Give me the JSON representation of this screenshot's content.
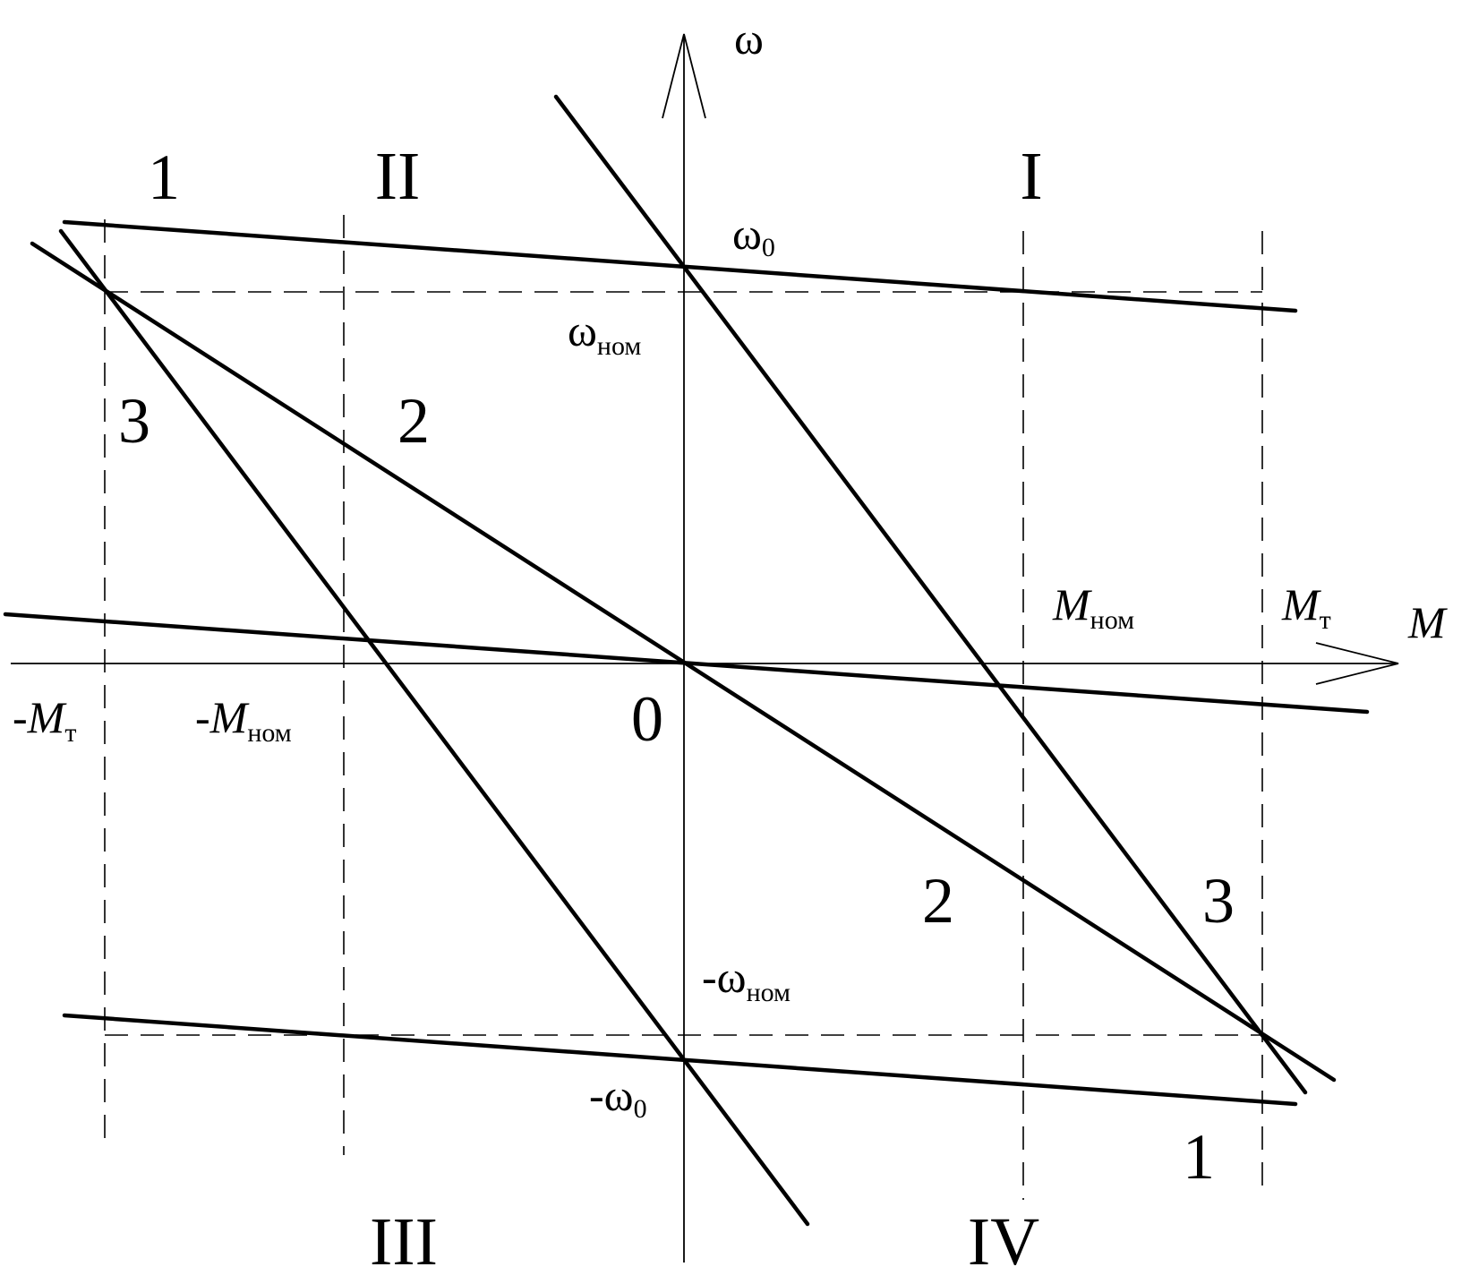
{
  "axes": {
    "vertical_label": "ω",
    "horizontal_label": "M",
    "origin_label": "0"
  },
  "quadrants": {
    "q1": "I",
    "q2": "II",
    "q3": "III",
    "q4": "IV"
  },
  "omega_labels": {
    "omega0": {
      "base": "ω",
      "sub": "0"
    },
    "omega_nom": {
      "base": "ω",
      "sub": "ном"
    },
    "neg_omega_nom": {
      "base": "-ω",
      "sub": "ном"
    },
    "neg_omega0": {
      "base": "-ω",
      "sub": "0"
    }
  },
  "moment_labels": {
    "m_nom": {
      "base": "M",
      "sub": "ном"
    },
    "m_t": {
      "base": "M",
      "sub": "т"
    },
    "neg_m_t": {
      "base": "-M",
      "sub": "т"
    },
    "neg_m_nom": {
      "base": "-M",
      "sub": "ном"
    }
  },
  "curve_labels": {
    "c1_top": "1",
    "c3_left": "3",
    "c2_left": "2",
    "c2_right": "2",
    "c3_right": "3",
    "c1_bottom": "1"
  },
  "style": {
    "line_color": "#000000",
    "background": "#ffffff"
  }
}
